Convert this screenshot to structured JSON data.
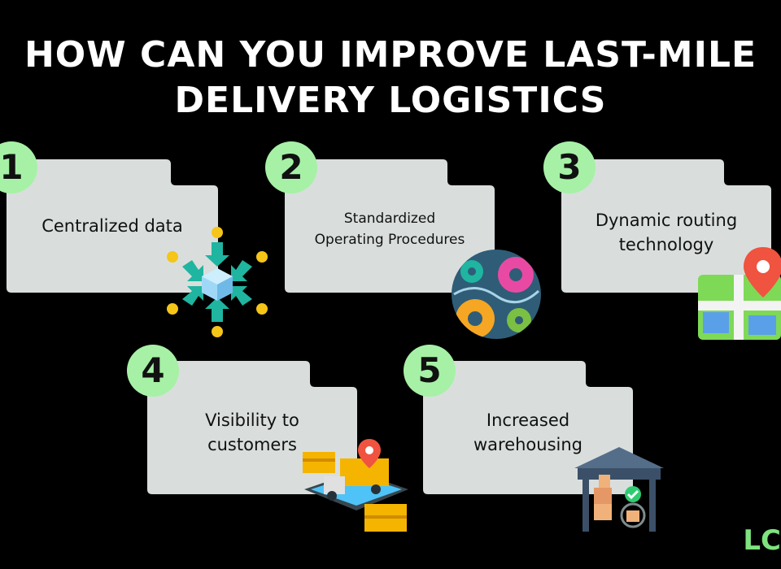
{
  "title": {
    "line1": "HOW CAN YOU IMPROVE LAST-MILE",
    "line2": "DELIVERY LOGISTICS"
  },
  "colors": {
    "background": "#000000",
    "card": "#d9dedd",
    "badge": "#a6f1a6",
    "logo": "#7ee37e"
  },
  "steps": [
    {
      "number": "1",
      "label": "Centralized data",
      "icon": "centralized-data-icon"
    },
    {
      "number": "2",
      "label_line1": "Standardized",
      "label_line2": "Operating Procedures",
      "icon": "gears-icon"
    },
    {
      "number": "3",
      "label_line1": "Dynamic routing",
      "label_line2": "technology",
      "icon": "map-pin-icon"
    },
    {
      "number": "4",
      "label_line1": "Visibility to",
      "label_line2": "customers",
      "icon": "delivery-truck-icon"
    },
    {
      "number": "5",
      "label_line1": "Increased",
      "label_line2": "warehousing",
      "icon": "warehouse-icon"
    }
  ],
  "logo": {
    "text": "LC"
  }
}
